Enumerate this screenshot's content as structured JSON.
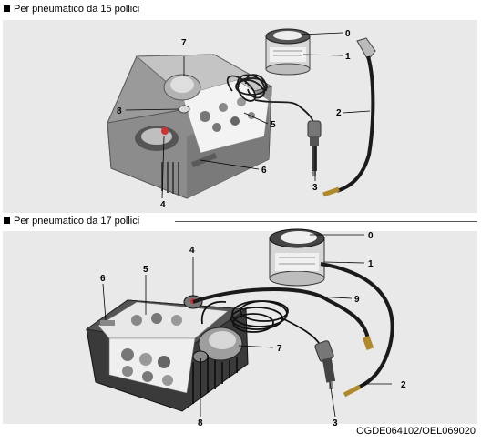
{
  "section1": {
    "title": "Per pneumatico da 15 pollici"
  },
  "section2": {
    "title": "Per pneumatico da 17 pollici"
  },
  "labels1": {
    "l0": "0",
    "l1": "1",
    "l2": "2",
    "l3": "3",
    "l4": "4",
    "l5": "5",
    "l6": "6",
    "l7": "7",
    "l8": "8"
  },
  "labels2": {
    "l0": "0",
    "l1": "1",
    "l2": "2",
    "l3": "3",
    "l4": "4",
    "l5": "5",
    "l6": "6",
    "l7": "7",
    "l8": "8",
    "l9": "9"
  },
  "caption": "OGDE064102/OEL069020",
  "colors": {
    "panel": "#e9e9e9",
    "device": "#9a9a9a",
    "device_dark": "#3a3a3a",
    "hose": "#1a1a1a"
  }
}
